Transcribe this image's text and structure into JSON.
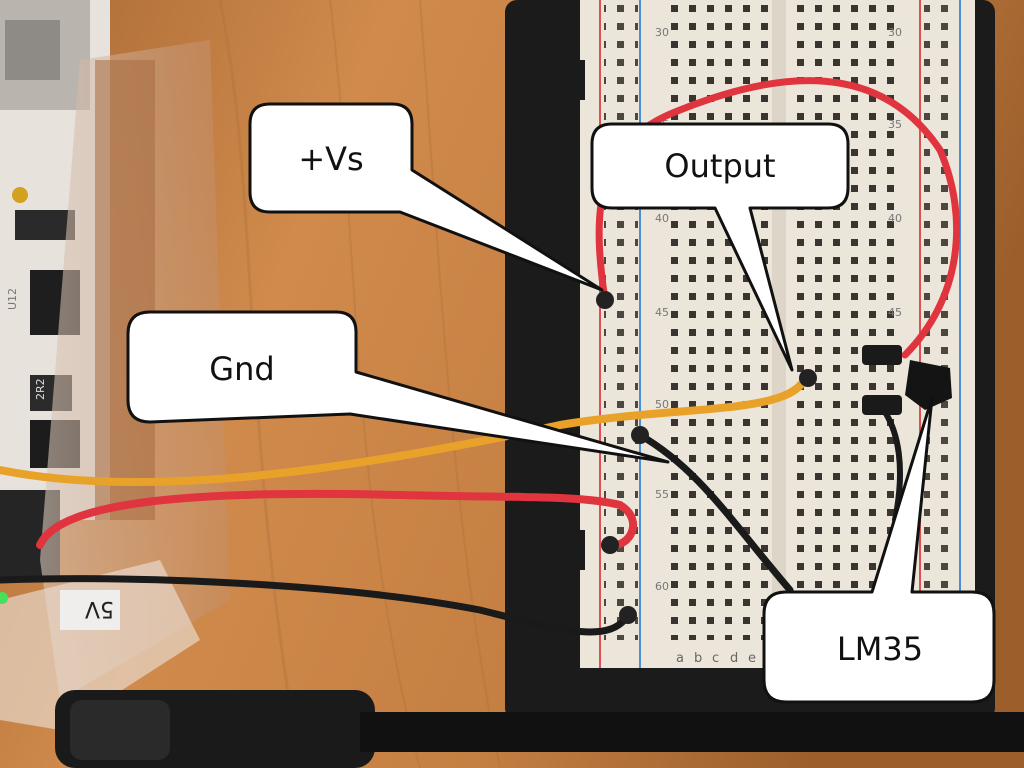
{
  "callouts": {
    "vs": "+Vs",
    "output": "Output",
    "gnd": "Gnd",
    "lm35": "LM35"
  },
  "breadboard": {
    "row_numbers_left": [
      "30",
      "35",
      "40",
      "45",
      "50",
      "55",
      "60"
    ],
    "row_numbers_right": [
      "30",
      "35",
      "40",
      "45"
    ],
    "column_letters": [
      "a",
      "b",
      "c",
      "d",
      "e"
    ]
  },
  "board_labels": {
    "u12": "U12",
    "r2": "2R2",
    "voltage": "5V"
  },
  "colors": {
    "wire_red": "#e0343f",
    "wire_orange": "#e8a22a",
    "wire_black": "#1a1a1a",
    "breadboard": "#ece6da",
    "table_wood": "#c8864a"
  }
}
